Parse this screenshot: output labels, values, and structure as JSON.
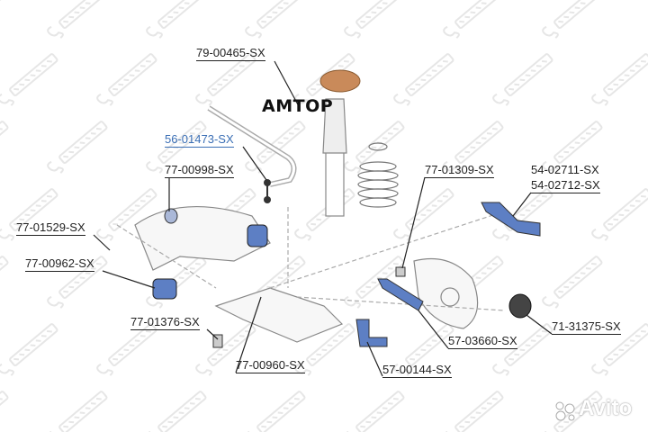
{
  "watermark": "STELLOX",
  "overlay_text": "AMTOP",
  "logo": "Avito",
  "labels": {
    "l1": "79-00465-SX",
    "l2": "56-01473-SX",
    "l3": "77-00998-SX",
    "l4": "77-01529-SX",
    "l5": "77-00962-SX",
    "l6": "77-01376-SX",
    "l7": "77-00960-SX",
    "l8": "57-00144-SX",
    "l9": "57-03660-SX",
    "l10": "71-31375-SX",
    "l11": "77-01309-SX",
    "l12a": "54-02711-SX",
    "l12b": "54-02712-SX"
  },
  "colors": {
    "highlight_part": "#5d7fc4",
    "top_mount": "#c98a5a",
    "link_label": "#3b6fb5"
  }
}
